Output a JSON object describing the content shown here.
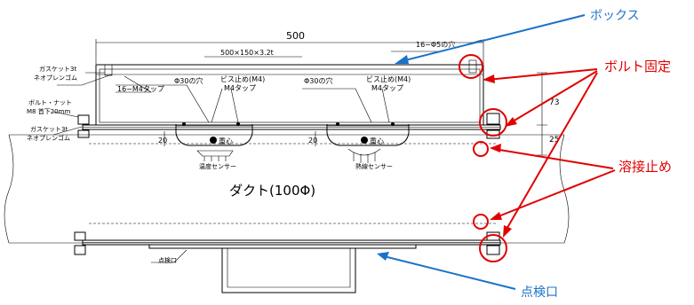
{
  "drawing": {
    "overall_width": "500",
    "box_spec": "500×150×3.2t",
    "hole_spec": "16−Φ5の穴",
    "gasket_top": [
      "ガスケット3t",
      "ネオプレンゴム"
    ],
    "bolt_nut": [
      "ボルト・ナット",
      "M8  首下20mm"
    ],
    "gasket_bottom": [
      "ガスケット3t",
      "ネオプレンゴム"
    ],
    "tap_label": "16−M4タップ",
    "hole30_left": "Φ30の穴",
    "screw_left": [
      "ビス止め(M4)",
      "M4タップ"
    ],
    "hole30_right": "Φ30の穴",
    "screw_right": [
      "ビス止め(M4)",
      "M4タップ"
    ],
    "dim_20_left": "20",
    "dim_20_right": "20",
    "center_left": "重心",
    "center_right": "重心",
    "sensor_left": "温度センサー",
    "sensor_right": "熱線センサー",
    "dim_73": "73",
    "dim_25": "25",
    "duct_label": "ダクト(100Φ)",
    "inspection_small": "点検口"
  },
  "callouts": {
    "box": "ボックス",
    "bolt_fix": "ボルト固定",
    "weld_stop": "溶接止め",
    "inspection": "点検口"
  },
  "colors": {
    "blue": "#1a73c8",
    "red": "#e00000"
  }
}
